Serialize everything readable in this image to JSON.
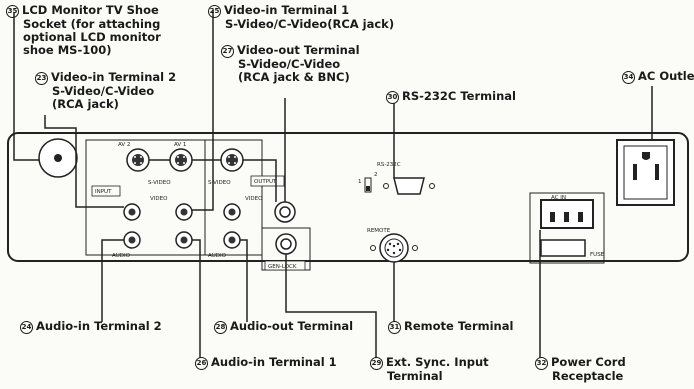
{
  "callouts": {
    "c35": {
      "num": "35",
      "lines": [
        "LCD Monitor TV Shoe",
        "Socket (for attaching",
        "optional LCD monitor",
        "shoe MS-100)"
      ]
    },
    "c23": {
      "num": "23",
      "lines": [
        "Video-in Terminal 2",
        "S-Video/C-Video",
        "(RCA jack)"
      ]
    },
    "c25": {
      "num": "25",
      "lines": [
        "Video-in Terminal 1",
        "S-Video/C-Video(RCA jack)"
      ]
    },
    "c27": {
      "num": "27",
      "lines": [
        "Video-out Terminal",
        "S-Video/C-Video",
        "(RCA jack & BNC)"
      ]
    },
    "c30": {
      "num": "30",
      "lines": [
        "RS-232C Terminal"
      ]
    },
    "c34": {
      "num": "34",
      "lines": [
        "AC Outlet"
      ]
    },
    "c24": {
      "num": "24",
      "lines": [
        "Audio-in Terminal 2"
      ]
    },
    "c28": {
      "num": "28",
      "lines": [
        "Audio-out Terminal"
      ]
    },
    "c31": {
      "num": "31",
      "lines": [
        "Remote Terminal"
      ]
    },
    "c26": {
      "num": "26",
      "lines": [
        "Audio-in Terminal 1"
      ]
    },
    "c29": {
      "num": "29",
      "lines": [
        "Ext. Sync. Input",
        "Terminal"
      ]
    },
    "c32": {
      "num": "32",
      "lines": [
        "Power Cord",
        "Receptacle"
      ]
    }
  },
  "panel": {
    "av2": "AV 2",
    "av1": "AV 1",
    "svideo1": "S-VIDEO",
    "svideo2": "S-VIDEO",
    "input": "INPUT",
    "output": "OUTPUT",
    "video1": "VIDEO",
    "video2": "VIDEO",
    "audio1": "AUDIO",
    "audio2": "AUDIO",
    "genlock": "GEN-LOCK",
    "rs232c": "RS-232C",
    "remote": "REMOTE",
    "acin": "AC IN",
    "fuse": "FUSE",
    "switch1": "1",
    "switch2": "2"
  }
}
